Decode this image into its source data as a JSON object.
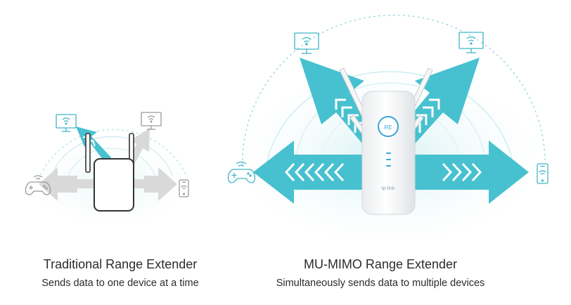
{
  "panels": [
    {
      "title": "Traditional Range Extender",
      "subtitle": "Sends data to one device at a time"
    },
    {
      "title": "MU-MIMO Range Extender",
      "subtitle": "Simultaneously sends data to multiple devices"
    }
  ],
  "device": {
    "button_label": "RE",
    "logo_text": "tp-link"
  },
  "colors": {
    "teal_active": "#47c1cf",
    "grey_inactive": "#d9d9d9",
    "arc_dash": "#9fd9e0",
    "icon_stroke": "#3fb6c6",
    "text": "#2b2b2b"
  },
  "icons": [
    "monitor-wifi-icon",
    "gamepad-wifi-icon",
    "phone-wifi-icon"
  ]
}
